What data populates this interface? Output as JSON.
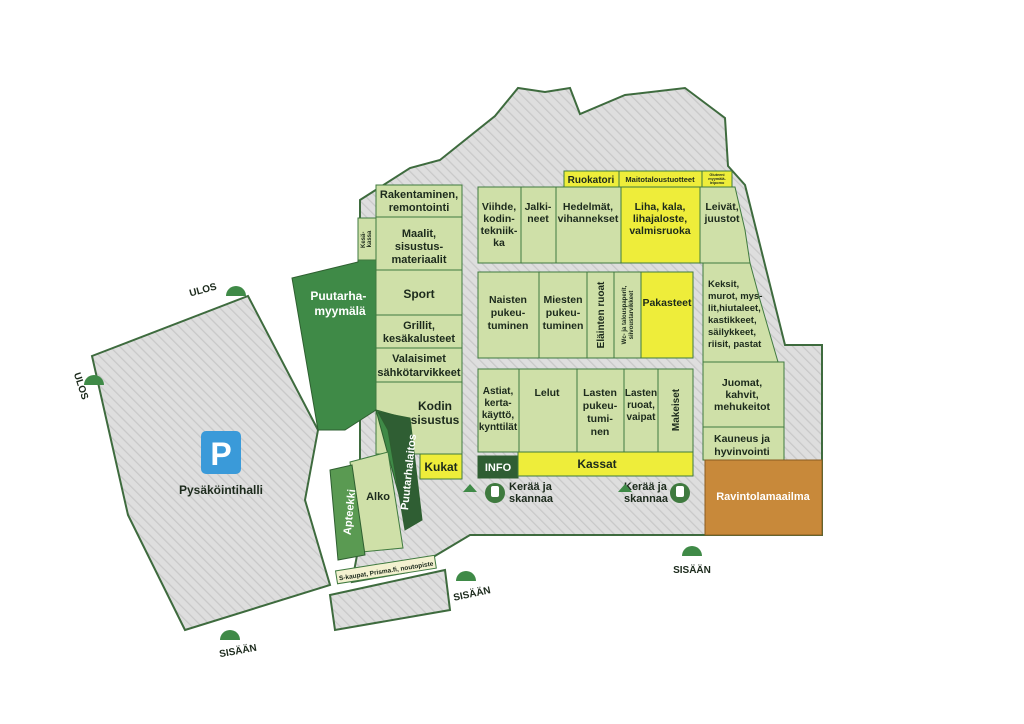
{
  "parking": {
    "symbol": "P",
    "label": "Pysäköintihalli"
  },
  "entrances": {
    "ulos_top": "ULOS",
    "ulos_left": "ULOS",
    "sisaan_bottom_left": "SISÄÄN",
    "sisaan_mid": "SISÄÄN",
    "sisaan_right": "SISÄÄN"
  },
  "side_stores": {
    "puutarha": [
      "Puutarha-",
      "myymälä"
    ],
    "kesakassa": [
      "Kesä-",
      "kassa"
    ],
    "apteekki": "Apteekki",
    "alko": "Alko",
    "puutarhalaitos": "Puutarhalaitos",
    "s_kaupat": "S-kaupat, Prisma.fi, noutopiste"
  },
  "left_column": {
    "rakentaminen": [
      "Rakentaminen,",
      "remontointi"
    ],
    "maalit": [
      "Maalit,",
      "sisustus-",
      "materiaalit"
    ],
    "sport": "Sport",
    "grillit": [
      "Grillit,",
      "kesäkalusteet"
    ],
    "valaisimet": [
      "Valaisimet",
      "sähkötarvikkeet"
    ],
    "kodin": [
      "Kodin",
      "sisustus"
    ],
    "kukat": "Kukat"
  },
  "top_row": {
    "ruokatori": "Ruokatori",
    "maitotalous": "Maitotaloustuotteet",
    "gluteeni": [
      "Gluteeni",
      "myymälä-",
      "leipomo"
    ],
    "viihde": [
      "Viihde,",
      "kodin-",
      "tekniik-",
      "ka"
    ],
    "jalkineet": [
      "Jalki-",
      "neet"
    ],
    "hedelmat": [
      "Hedelmät,",
      "vihannekset"
    ],
    "liha": [
      "Liha, kala,",
      "lihajaloste,",
      "valmisruoka"
    ],
    "leivat": [
      "Leivät,",
      "juustot"
    ]
  },
  "middle_row": {
    "naisten": [
      "Naisten",
      "pukeu-",
      "tuminen"
    ],
    "miesten": [
      "Miesten",
      "pukeu-",
      "tuminen"
    ],
    "elainten": "Eläinten ruoat",
    "wc": [
      "Wc- ja talouspaperit,",
      "siivoustarvikkeet"
    ],
    "pakasteet": "Pakasteet",
    "keksit": [
      "Keksit,",
      "murot, mys-",
      "lit,hiutaleet,",
      "kastikkeet,",
      "säilykkeet,",
      "riisit, pastat"
    ]
  },
  "bottom_row": {
    "astiat": [
      "Astiat,",
      "kerta-",
      "käyttö,",
      "kynttilät"
    ],
    "lelut": "Lelut",
    "lasten_puk": [
      "Lasten",
      "pukeu-",
      "tumi-",
      "nen"
    ],
    "lasten_ruoat": [
      "Lasten",
      "ruoat,",
      "vaipat"
    ],
    "makeiset": "Makeiset",
    "juomat": [
      "Juomat,",
      "kahvit,",
      "mehukeitot"
    ],
    "kauneus": [
      "Kauneus ja",
      "hyvinvointi"
    ],
    "info": "INFO",
    "kassat": "Kassat",
    "ravintola": "Ravintolamaailma"
  },
  "scan_points": {
    "left": [
      "Kerää ja",
      "skannaa"
    ],
    "right": [
      "Kerää ja",
      "skannaa"
    ]
  },
  "colors": {
    "department": "#cfe0a8",
    "highlight": "#eeed3a",
    "garden": "#3f8a47",
    "restaurant": "#c8893a",
    "parking_icon": "#3a9ad9"
  }
}
